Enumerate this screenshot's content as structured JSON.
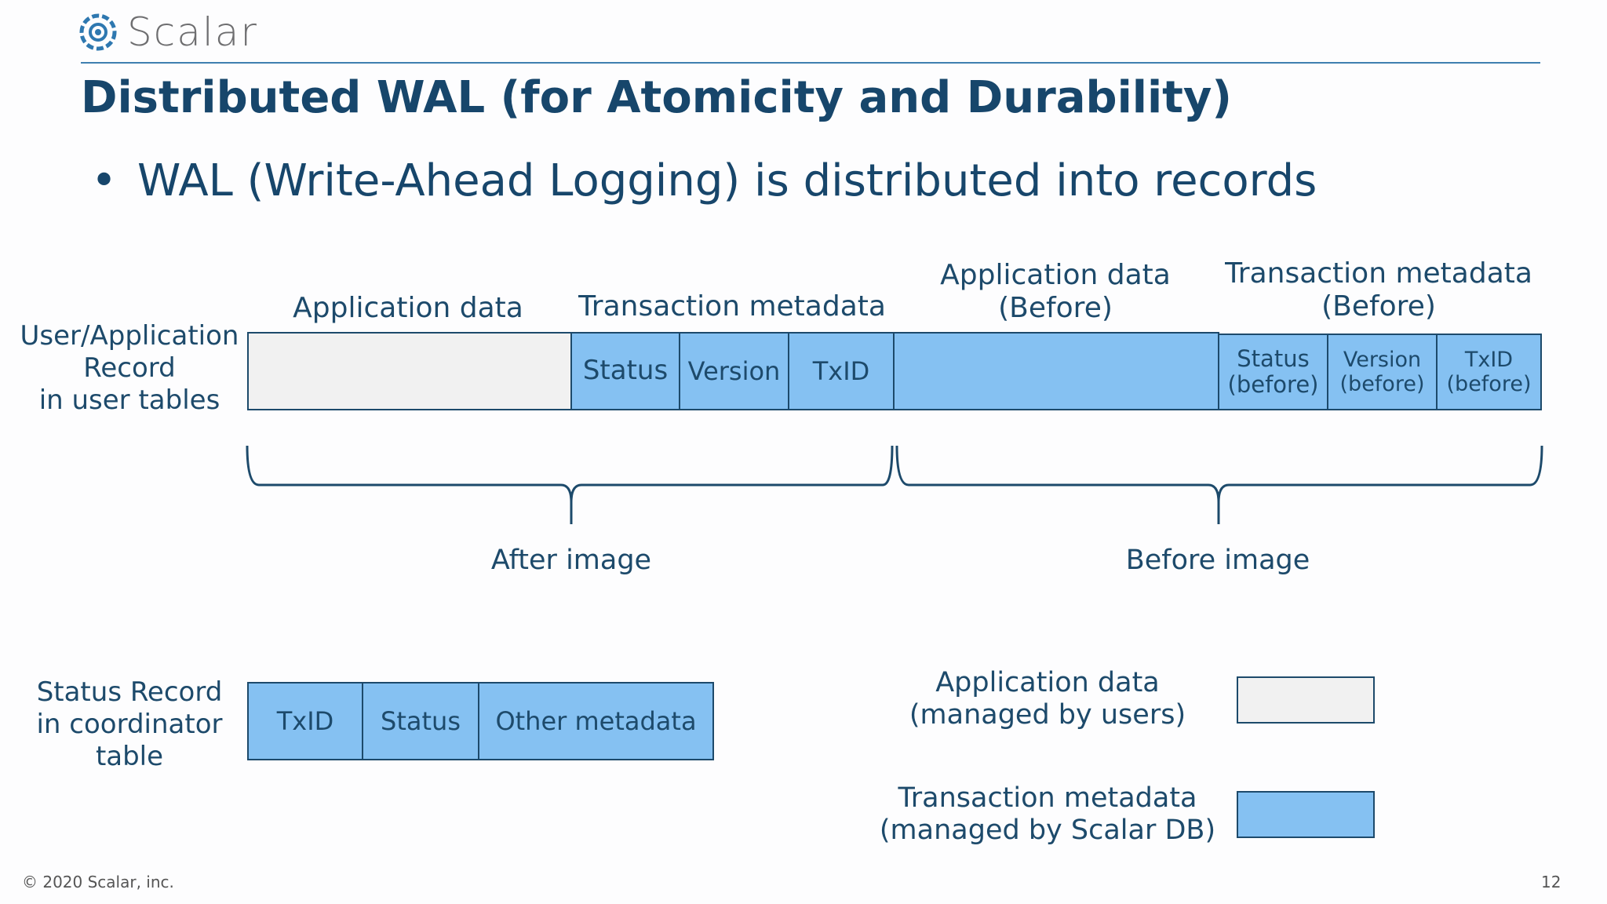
{
  "header": {
    "logo_text": "Scalar",
    "title": "Distributed WAL (for Atomicity and Durability)"
  },
  "bullet": "WAL (Write-Ahead Logging) is distributed into records",
  "record": {
    "row_label": "User/Application\nRecord\nin user tables",
    "app_data_header": "Application data",
    "tx_meta_header": "Transaction metadata",
    "app_data_before_header": "Application data\n(Before)",
    "tx_meta_before_header": "Transaction metadata\n(Before)",
    "cells": [
      "Status",
      "Version",
      "TxID"
    ],
    "before_cells": [
      "Status\n(before)",
      "Version\n(before)",
      "TxID\n(before)"
    ],
    "after_image": "After image",
    "before_image": "Before image"
  },
  "status_record": {
    "row_label": "Status Record\nin coordinator\ntable",
    "cells": [
      "TxID",
      "Status",
      "Other metadata"
    ]
  },
  "legend": {
    "app_data": "Application data\n(managed by users)",
    "tx_meta": "Transaction metadata\n(managed by Scalar DB)"
  },
  "colors": {
    "tx_metadata_fill": "#85c1f2",
    "app_data_fill": "#f1f1f1",
    "text": "#1d4a6b"
  },
  "footer": {
    "copyright": "© 2020 Scalar, inc.",
    "page_number": "12"
  }
}
